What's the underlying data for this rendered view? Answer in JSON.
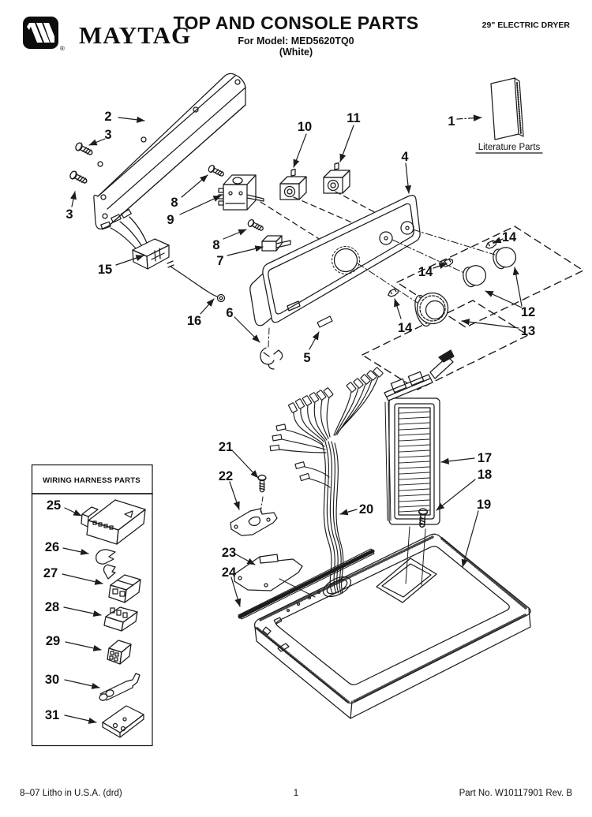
{
  "header": {
    "brand": "MAYTAG",
    "registered": "®",
    "title": "TOP AND CONSOLE PARTS",
    "model_line": "For Model: MED5620TQ0",
    "finish_line": "(White)",
    "product_type": "29\" ELECTRIC DRYER"
  },
  "diagram": {
    "literature_caption": "Literature Parts",
    "wiring_box_title": "WIRING HARNESS PARTS",
    "callouts": [
      "2",
      "3",
      "3",
      "1",
      "10",
      "11",
      "4",
      "8",
      "9",
      "8",
      "7",
      "15",
      "16",
      "6",
      "5",
      "14",
      "14",
      "14",
      "12",
      "13",
      "21",
      "22",
      "20",
      "17",
      "18",
      "19",
      "23",
      "24",
      "25",
      "26",
      "27",
      "28",
      "29",
      "30",
      "31"
    ]
  },
  "footer": {
    "left": "8–07 Litho in U.S.A. (drd)",
    "page": "1",
    "right": "Part No. W10117901 Rev. B"
  },
  "colors": {
    "ink": "#1c1c1c",
    "paper": "#ffffff"
  }
}
